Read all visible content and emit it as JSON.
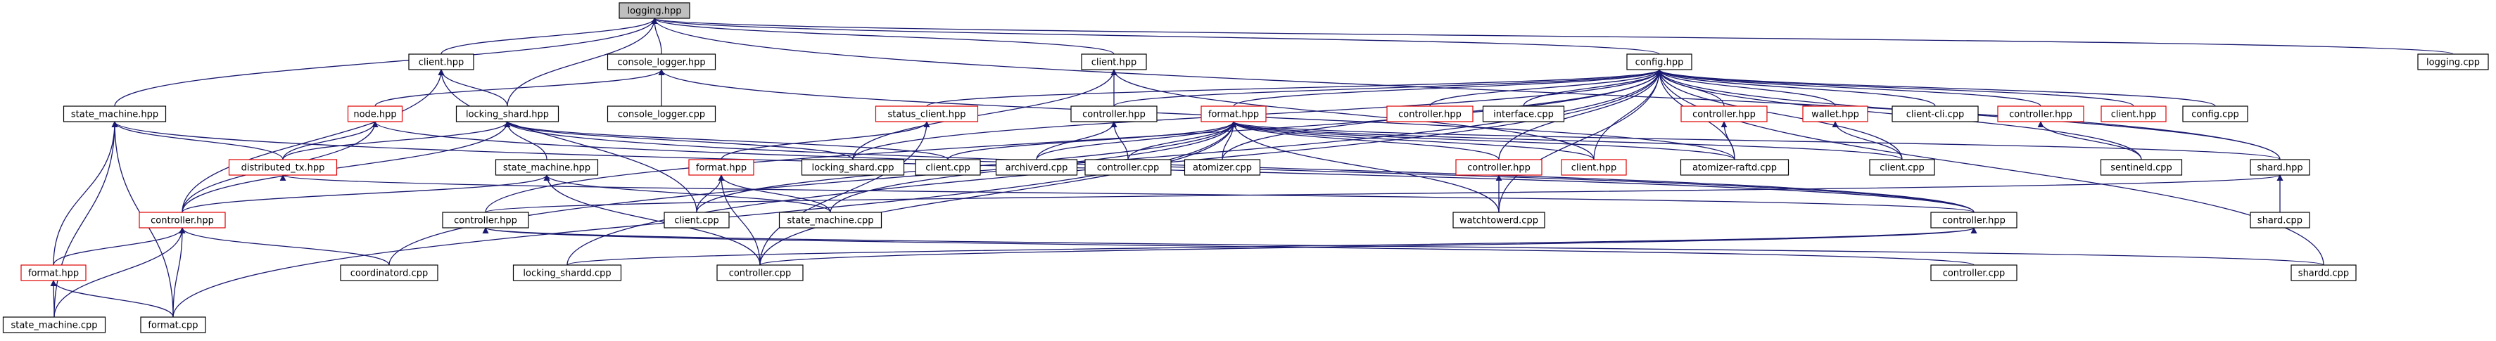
{
  "colors": {
    "edge": "#191970",
    "border": "#000000",
    "border_red": "#e00000",
    "focus_fill": "#bfbfbf",
    "background": "#ffffff"
  },
  "nodes": [
    {
      "id": "logging_hpp",
      "label": "logging.hpp",
      "style": "focus"
    },
    {
      "id": "client_hpp_a",
      "label": "client.hpp",
      "style": "normal"
    },
    {
      "id": "console_logger_hpp",
      "label": "console_logger.hpp",
      "style": "normal"
    },
    {
      "id": "client_hpp_b",
      "label": "client.hpp",
      "style": "normal"
    },
    {
      "id": "config_hpp",
      "label": "config.hpp",
      "style": "normal"
    },
    {
      "id": "logging_cpp",
      "label": "logging.cpp",
      "style": "normal"
    },
    {
      "id": "state_machine_hpp_a",
      "label": "state_machine.hpp",
      "style": "normal"
    },
    {
      "id": "node_hpp",
      "label": "node.hpp",
      "style": "red"
    },
    {
      "id": "locking_shard_hpp",
      "label": "locking_shard.hpp",
      "style": "normal"
    },
    {
      "id": "console_logger_cpp",
      "label": "console_logger.cpp",
      "style": "normal"
    },
    {
      "id": "status_client_hpp",
      "label": "status_client.hpp",
      "style": "red"
    },
    {
      "id": "controller_hpp_a",
      "label": "controller.hpp",
      "style": "normal"
    },
    {
      "id": "format_hpp_a",
      "label": "format.hpp",
      "style": "red"
    },
    {
      "id": "controller_hpp_r1",
      "label": "controller.hpp",
      "style": "red"
    },
    {
      "id": "interface_cpp",
      "label": "interface.cpp",
      "style": "normal"
    },
    {
      "id": "controller_hpp_r2",
      "label": "controller.hpp",
      "style": "red"
    },
    {
      "id": "wallet_hpp",
      "label": "wallet.hpp",
      "style": "red"
    },
    {
      "id": "client_cli_cpp",
      "label": "client-cli.cpp",
      "style": "normal"
    },
    {
      "id": "controller_hpp_r3",
      "label": "controller.hpp",
      "style": "red"
    },
    {
      "id": "client_hpp_r",
      "label": "client.hpp",
      "style": "red"
    },
    {
      "id": "config_cpp",
      "label": "config.cpp",
      "style": "normal"
    },
    {
      "id": "distributed_tx_hpp",
      "label": "distributed_tx.hpp",
      "style": "red"
    },
    {
      "id": "state_machine_hpp_b",
      "label": "state_machine.hpp",
      "style": "normal"
    },
    {
      "id": "format_hpp_b",
      "label": "format.hpp",
      "style": "red"
    },
    {
      "id": "locking_shard_cpp",
      "label": "locking_shard.cpp",
      "style": "normal"
    },
    {
      "id": "client_cpp_a",
      "label": "client.cpp",
      "style": "normal"
    },
    {
      "id": "archiverd_cpp",
      "label": "archiverd.cpp",
      "style": "normal"
    },
    {
      "id": "controller_cpp_a",
      "label": "controller.cpp",
      "style": "normal"
    },
    {
      "id": "atomizer_cpp",
      "label": "atomizer.cpp",
      "style": "normal"
    },
    {
      "id": "controller_hpp_r4",
      "label": "controller.hpp",
      "style": "red"
    },
    {
      "id": "client_hpp_r2",
      "label": "client.hpp",
      "style": "red"
    },
    {
      "id": "atomizer_raftd_cpp",
      "label": "atomizer-raftd.cpp",
      "style": "normal"
    },
    {
      "id": "client_cpp_b",
      "label": "client.cpp",
      "style": "normal"
    },
    {
      "id": "sentineld_cpp",
      "label": "sentineld.cpp",
      "style": "normal"
    },
    {
      "id": "shard_hpp",
      "label": "shard.hpp",
      "style": "normal"
    },
    {
      "id": "controller_hpp_r5",
      "label": "controller.hpp",
      "style": "red"
    },
    {
      "id": "controller_hpp_b",
      "label": "controller.hpp",
      "style": "normal"
    },
    {
      "id": "client_cpp_c",
      "label": "client.cpp",
      "style": "normal"
    },
    {
      "id": "state_machine_cpp_a",
      "label": "state_machine.cpp",
      "style": "normal"
    },
    {
      "id": "watchtowerd_cpp",
      "label": "watchtowerd.cpp",
      "style": "normal"
    },
    {
      "id": "controller_hpp_c",
      "label": "controller.hpp",
      "style": "normal"
    },
    {
      "id": "shard_cpp",
      "label": "shard.cpp",
      "style": "normal"
    },
    {
      "id": "format_hpp_c",
      "label": "format.hpp",
      "style": "red"
    },
    {
      "id": "coordinatord_cpp",
      "label": "coordinatord.cpp",
      "style": "normal"
    },
    {
      "id": "locking_shardd_cpp",
      "label": "locking_shardd.cpp",
      "style": "normal"
    },
    {
      "id": "controller_cpp_b",
      "label": "controller.cpp",
      "style": "normal"
    },
    {
      "id": "controller_cpp_c",
      "label": "controller.cpp",
      "style": "normal"
    },
    {
      "id": "shardd_cpp",
      "label": "shardd.cpp",
      "style": "normal"
    },
    {
      "id": "state_machine_cpp_b",
      "label": "state_machine.cpp",
      "style": "normal"
    },
    {
      "id": "format_cpp",
      "label": "format.cpp",
      "style": "normal"
    }
  ],
  "edges": [
    [
      "logging_hpp",
      "client_hpp_a"
    ],
    [
      "logging_hpp",
      "console_logger_hpp"
    ],
    [
      "logging_hpp",
      "client_hpp_b"
    ],
    [
      "logging_hpp",
      "config_hpp"
    ],
    [
      "logging_hpp",
      "logging_cpp"
    ],
    [
      "logging_hpp",
      "state_machine_hpp_a"
    ],
    [
      "logging_hpp",
      "locking_shard_hpp"
    ],
    [
      "logging_hpp",
      "shard_hpp"
    ],
    [
      "client_hpp_a",
      "locking_shard_hpp"
    ],
    [
      "client_hpp_a",
      "controller_hpp_r5"
    ],
    [
      "client_hpp_a",
      "client_cpp_c"
    ],
    [
      "console_logger_hpp",
      "console_logger_cpp"
    ],
    [
      "console_logger_hpp",
      "node_hpp"
    ],
    [
      "console_logger_hpp",
      "atomizer_raftd_cpp"
    ],
    [
      "client_hpp_b",
      "controller_hpp_a"
    ],
    [
      "client_hpp_b",
      "locking_shard_cpp"
    ],
    [
      "client_hpp_b",
      "client_hpp_r2"
    ],
    [
      "config_hpp",
      "status_client_hpp"
    ],
    [
      "config_hpp",
      "controller_hpp_a"
    ],
    [
      "config_hpp",
      "format_hpp_a"
    ],
    [
      "config_hpp",
      "controller_hpp_r1"
    ],
    [
      "config_hpp",
      "interface_cpp"
    ],
    [
      "config_hpp",
      "controller_hpp_r2"
    ],
    [
      "config_hpp",
      "wallet_hpp"
    ],
    [
      "config_hpp",
      "client_cli_cpp"
    ],
    [
      "config_hpp",
      "controller_hpp_r3"
    ],
    [
      "config_hpp",
      "client_hpp_r"
    ],
    [
      "config_hpp",
      "config_cpp"
    ],
    [
      "config_hpp",
      "shard_hpp"
    ],
    [
      "config_hpp",
      "sentineld_cpp"
    ],
    [
      "config_hpp",
      "client_cpp_b"
    ],
    [
      "config_hpp",
      "atomizer_raftd_cpp"
    ],
    [
      "config_hpp",
      "client_hpp_r2"
    ],
    [
      "config_hpp",
      "controller_hpp_r4"
    ],
    [
      "config_hpp",
      "atomizer_cpp"
    ],
    [
      "config_hpp",
      "locking_shard_cpp"
    ],
    [
      "config_hpp",
      "watchtowerd_cpp"
    ],
    [
      "config_hpp",
      "controller_hpp_b"
    ],
    [
      "config_hpp",
      "shardd_cpp"
    ],
    [
      "config_hpp",
      "coordinatord_cpp"
    ],
    [
      "config_hpp",
      "locking_shardd_cpp"
    ],
    [
      "state_machine_hpp_a",
      "distributed_tx_hpp"
    ],
    [
      "state_machine_hpp_a",
      "controller_hpp_c"
    ],
    [
      "state_machine_hpp_a",
      "format_hpp_c"
    ],
    [
      "state_machine_hpp_a",
      "format_cpp"
    ],
    [
      "state_machine_hpp_a",
      "state_machine_cpp_b"
    ],
    [
      "node_hpp",
      "distributed_tx_hpp"
    ],
    [
      "node_hpp",
      "controller_hpp_c"
    ],
    [
      "node_hpp",
      "controller_hpp_r5"
    ],
    [
      "locking_shard_hpp",
      "distributed_tx_hpp"
    ],
    [
      "locking_shard_hpp",
      "state_machine_hpp_b"
    ],
    [
      "locking_shard_hpp",
      "controller_hpp_r5"
    ],
    [
      "locking_shard_hpp",
      "client_cpp_a"
    ],
    [
      "locking_shard_hpp",
      "controller_hpp_c"
    ],
    [
      "locking_shard_hpp",
      "locking_shard_cpp"
    ],
    [
      "distributed_tx_hpp",
      "controller_hpp_c"
    ],
    [
      "state_machine_hpp_b",
      "controller_hpp_r5"
    ],
    [
      "state_machine_hpp_b",
      "state_machine_cpp_a"
    ],
    [
      "state_machine_hpp_b",
      "controller_cpp_b"
    ],
    [
      "status_client_hpp",
      "format_hpp_b"
    ],
    [
      "status_client_hpp",
      "controller_cpp_b"
    ],
    [
      "format_hpp_b",
      "client_cpp_c"
    ],
    [
      "format_hpp_b",
      "state_machine_cpp_a"
    ],
    [
      "format_hpp_b",
      "controller_cpp_b"
    ],
    [
      "controller_hpp_a",
      "archiverd_cpp"
    ],
    [
      "controller_hpp_a",
      "controller_cpp_a"
    ],
    [
      "format_hpp_a",
      "client_cpp_a"
    ],
    [
      "format_hpp_a",
      "archiverd_cpp"
    ],
    [
      "format_hpp_a",
      "controller_cpp_a"
    ],
    [
      "format_hpp_a",
      "atomizer_cpp"
    ],
    [
      "format_hpp_a",
      "controller_hpp_r4"
    ],
    [
      "format_hpp_a",
      "client_hpp_r2"
    ],
    [
      "format_hpp_a",
      "atomizer_raftd_cpp"
    ],
    [
      "format_hpp_a",
      "client_cpp_b"
    ],
    [
      "format_hpp_a",
      "shard_hpp"
    ],
    [
      "format_hpp_a",
      "state_machine_cpp_a"
    ],
    [
      "format_hpp_a",
      "client_cpp_c"
    ],
    [
      "format_hpp_a",
      "watchtowerd_cpp"
    ],
    [
      "format_hpp_a",
      "controller_cpp_b"
    ],
    [
      "format_hpp_a",
      "format_cpp"
    ],
    [
      "controller_hpp_r2",
      "atomizer_raftd_cpp"
    ],
    [
      "wallet_hpp",
      "client_cpp_b"
    ],
    [
      "controller_hpp_r3",
      "sentineld_cpp"
    ],
    [
      "controller_hpp_r4",
      "watchtowerd_cpp"
    ],
    [
      "shard_hpp",
      "shard_cpp"
    ],
    [
      "shard_hpp",
      "controller_hpp_b"
    ],
    [
      "controller_hpp_b",
      "controller_cpp_c"
    ],
    [
      "controller_hpp_b",
      "shardd_cpp"
    ],
    [
      "controller_hpp_c",
      "locking_shardd_cpp"
    ],
    [
      "controller_hpp_c",
      "controller_cpp_b"
    ],
    [
      "controller_hpp_r5",
      "format_hpp_c"
    ],
    [
      "controller_hpp_r5",
      "coordinatord_cpp"
    ],
    [
      "controller_hpp_r5",
      "state_machine_cpp_b"
    ],
    [
      "controller_hpp_r5",
      "format_cpp"
    ],
    [
      "format_hpp_c",
      "state_machine_cpp_b"
    ],
    [
      "format_hpp_c",
      "format_cpp"
    ]
  ]
}
